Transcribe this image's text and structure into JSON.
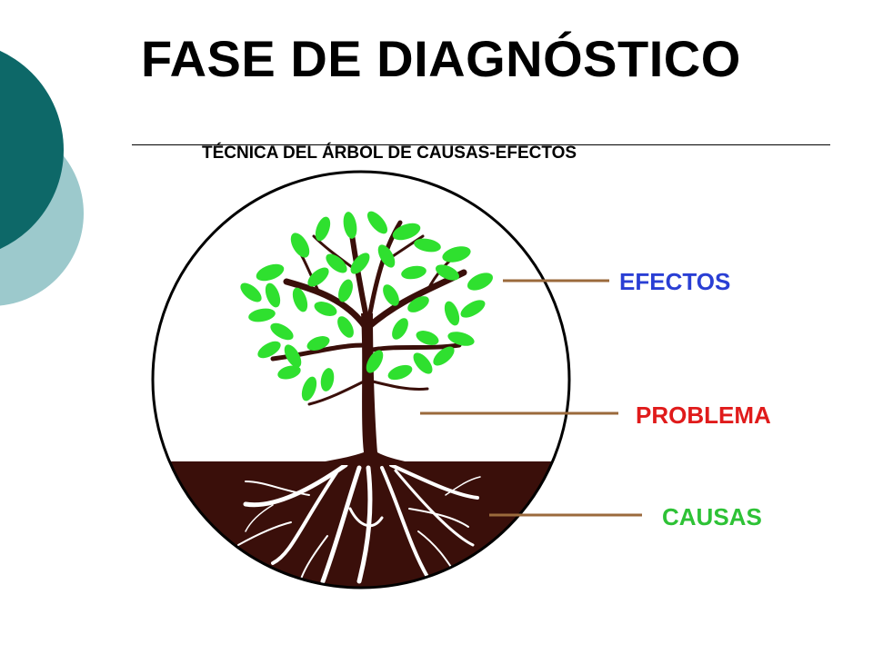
{
  "title": "FASE DE DIAGNÓSTICO",
  "subtitle": "TÉCNICA DEL ÁRBOL DE CAUSAS-EFECTOS",
  "labels": {
    "efectos": "EFECTOS",
    "problema": "PROBLEMA",
    "causas": "CAUSAS"
  },
  "colors": {
    "deco_dark": "#0d6868",
    "deco_light": "#9cc9cc",
    "soil": "#3a0f0a",
    "trunk": "#3a0f0a",
    "leaf": "#2fe02f",
    "connector": "#9b6a3c",
    "efectos": "#2a3fd4",
    "problema": "#e01b1b",
    "causas": "#2ec236"
  }
}
